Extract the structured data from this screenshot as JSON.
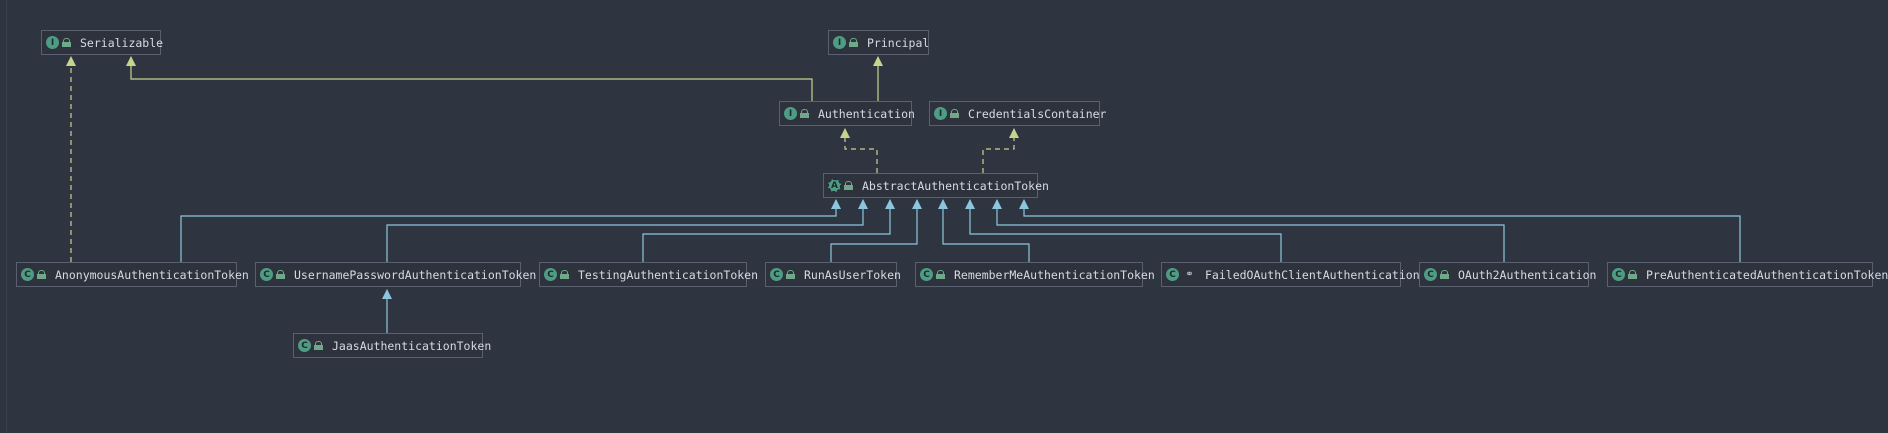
{
  "nodes": {
    "serializable": {
      "label": "Serializable",
      "kind": "I"
    },
    "principal": {
      "label": "Principal",
      "kind": "I"
    },
    "authentication": {
      "label": "Authentication",
      "kind": "I"
    },
    "credentials_container": {
      "label": "CredentialsContainer",
      "kind": "I"
    },
    "abstract_authentication_token": {
      "label": "AbstractAuthenticationToken",
      "kind": "A"
    },
    "anonymous_authentication_token": {
      "label": "AnonymousAuthenticationToken",
      "kind": "C"
    },
    "username_password_authentication_token": {
      "label": "UsernamePasswordAuthenticationToken",
      "kind": "C"
    },
    "testing_authentication_token": {
      "label": "TestingAuthenticationToken",
      "kind": "C"
    },
    "run_as_user_token": {
      "label": "RunAsUserToken",
      "kind": "C"
    },
    "remember_me_authentication_token": {
      "label": "RememberMeAuthenticationToken",
      "kind": "C"
    },
    "failed_oauth_client_authentication": {
      "label": "FailedOAuthClientAuthentication",
      "kind": "C"
    },
    "oauth2_authentication": {
      "label": "OAuth2Authentication",
      "kind": "C"
    },
    "pre_authenticated_authentication_token": {
      "label": "PreAuthenticatedAuthenticationToken",
      "kind": "C"
    },
    "jaas_authentication_token": {
      "label": "JaasAuthenticationToken",
      "kind": "C"
    }
  },
  "colors": {
    "background": "#2e3440",
    "extends_edge": "#8cc6dc",
    "implements_edge": "#c7d48c",
    "node_fill": "#2d323c",
    "node_border": "#596070",
    "class_icon": "#4f9c84"
  },
  "icons": {
    "I": "interface-icon",
    "A": "abstract-class-icon",
    "C": "class-icon"
  }
}
